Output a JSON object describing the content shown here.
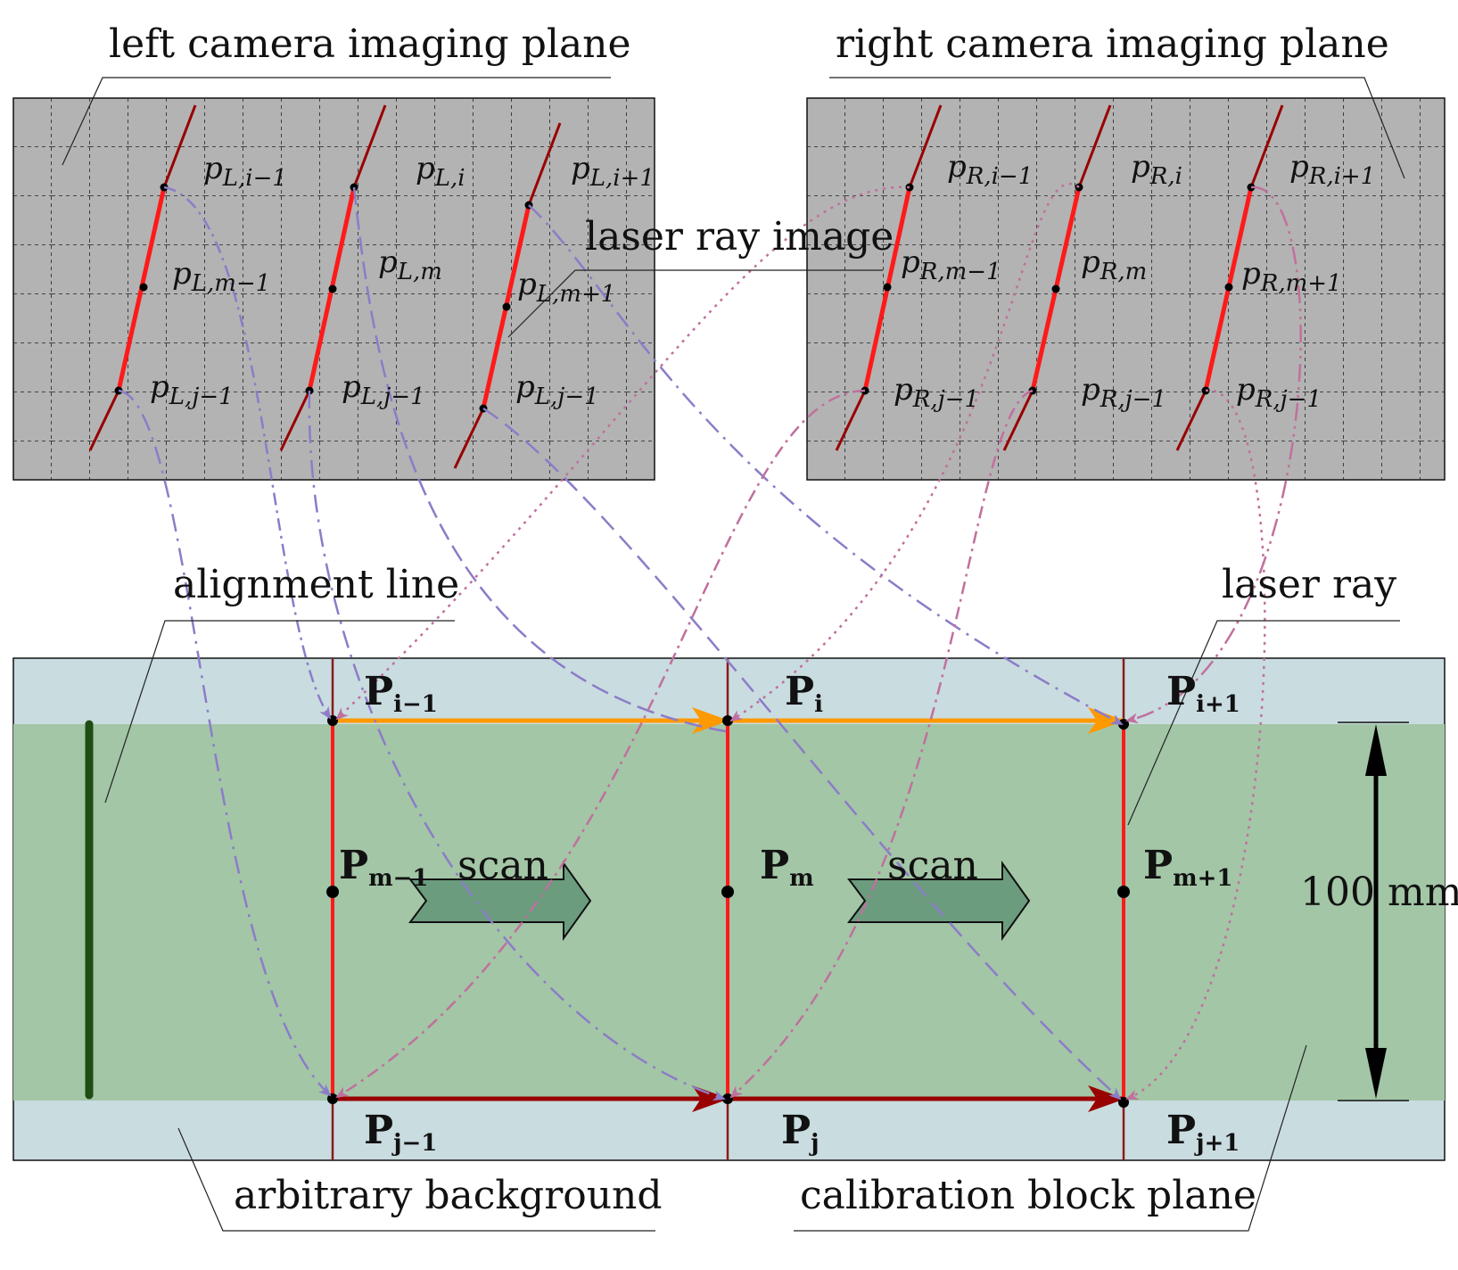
{
  "labels": {
    "left_plane": "left camera imaging plane",
    "right_plane": "right camera imaging plane",
    "laser_ray_image": "laser ray image",
    "alignment_line": "alignment line",
    "laser_ray": "laser ray",
    "arbitrary_background": "arbitrary background",
    "calibration_block_plane": "calibration block plane",
    "dimension": "100 mm",
    "scan1": "scan",
    "scan2": "scan"
  },
  "left_points": [
    {
      "base": "p",
      "sub": "L,i−1"
    },
    {
      "base": "p",
      "sub": "L,i"
    },
    {
      "base": "p",
      "sub": "L,i+1"
    },
    {
      "base": "p",
      "sub": "L,m−1"
    },
    {
      "base": "p",
      "sub": "L,m"
    },
    {
      "base": "p",
      "sub": "L,m+1"
    },
    {
      "base": "p",
      "sub": "L,j−1"
    },
    {
      "base": "p",
      "sub": "L,j−1"
    },
    {
      "base": "p",
      "sub": "L,j−1"
    }
  ],
  "right_points": [
    {
      "base": "p",
      "sub": "R,i−1"
    },
    {
      "base": "p",
      "sub": "R,i"
    },
    {
      "base": "p",
      "sub": "R,i+1"
    },
    {
      "base": "p",
      "sub": "R,m−1"
    },
    {
      "base": "p",
      "sub": "R,m"
    },
    {
      "base": "p",
      "sub": "R,m+1"
    },
    {
      "base": "p",
      "sub": "R,j−1"
    },
    {
      "base": "p",
      "sub": "R,j−1"
    },
    {
      "base": "p",
      "sub": "R,j−1"
    }
  ],
  "block_points": [
    {
      "base": "P",
      "sub": "i−1"
    },
    {
      "base": "P",
      "sub": "i"
    },
    {
      "base": "P",
      "sub": "i+1"
    },
    {
      "base": "P",
      "sub": "m−1"
    },
    {
      "base": "P",
      "sub": "m"
    },
    {
      "base": "P",
      "sub": "m+1"
    },
    {
      "base": "P",
      "sub": "j−1"
    },
    {
      "base": "P",
      "sub": "j"
    },
    {
      "base": "P",
      "sub": "j+1"
    }
  ],
  "colors": {
    "plane_gray": "#b3b3b3",
    "background_blue": "#c9dce0",
    "block_green": "#a3c6a6",
    "laser_red": "#ff1a1a",
    "dark_red": "#990000",
    "orange": "#ff9900",
    "purple": "#8c7cc8",
    "pink": "#c0709e",
    "alignment_green": "#1f4d14",
    "scan_arrow": "#6b9c7e"
  }
}
